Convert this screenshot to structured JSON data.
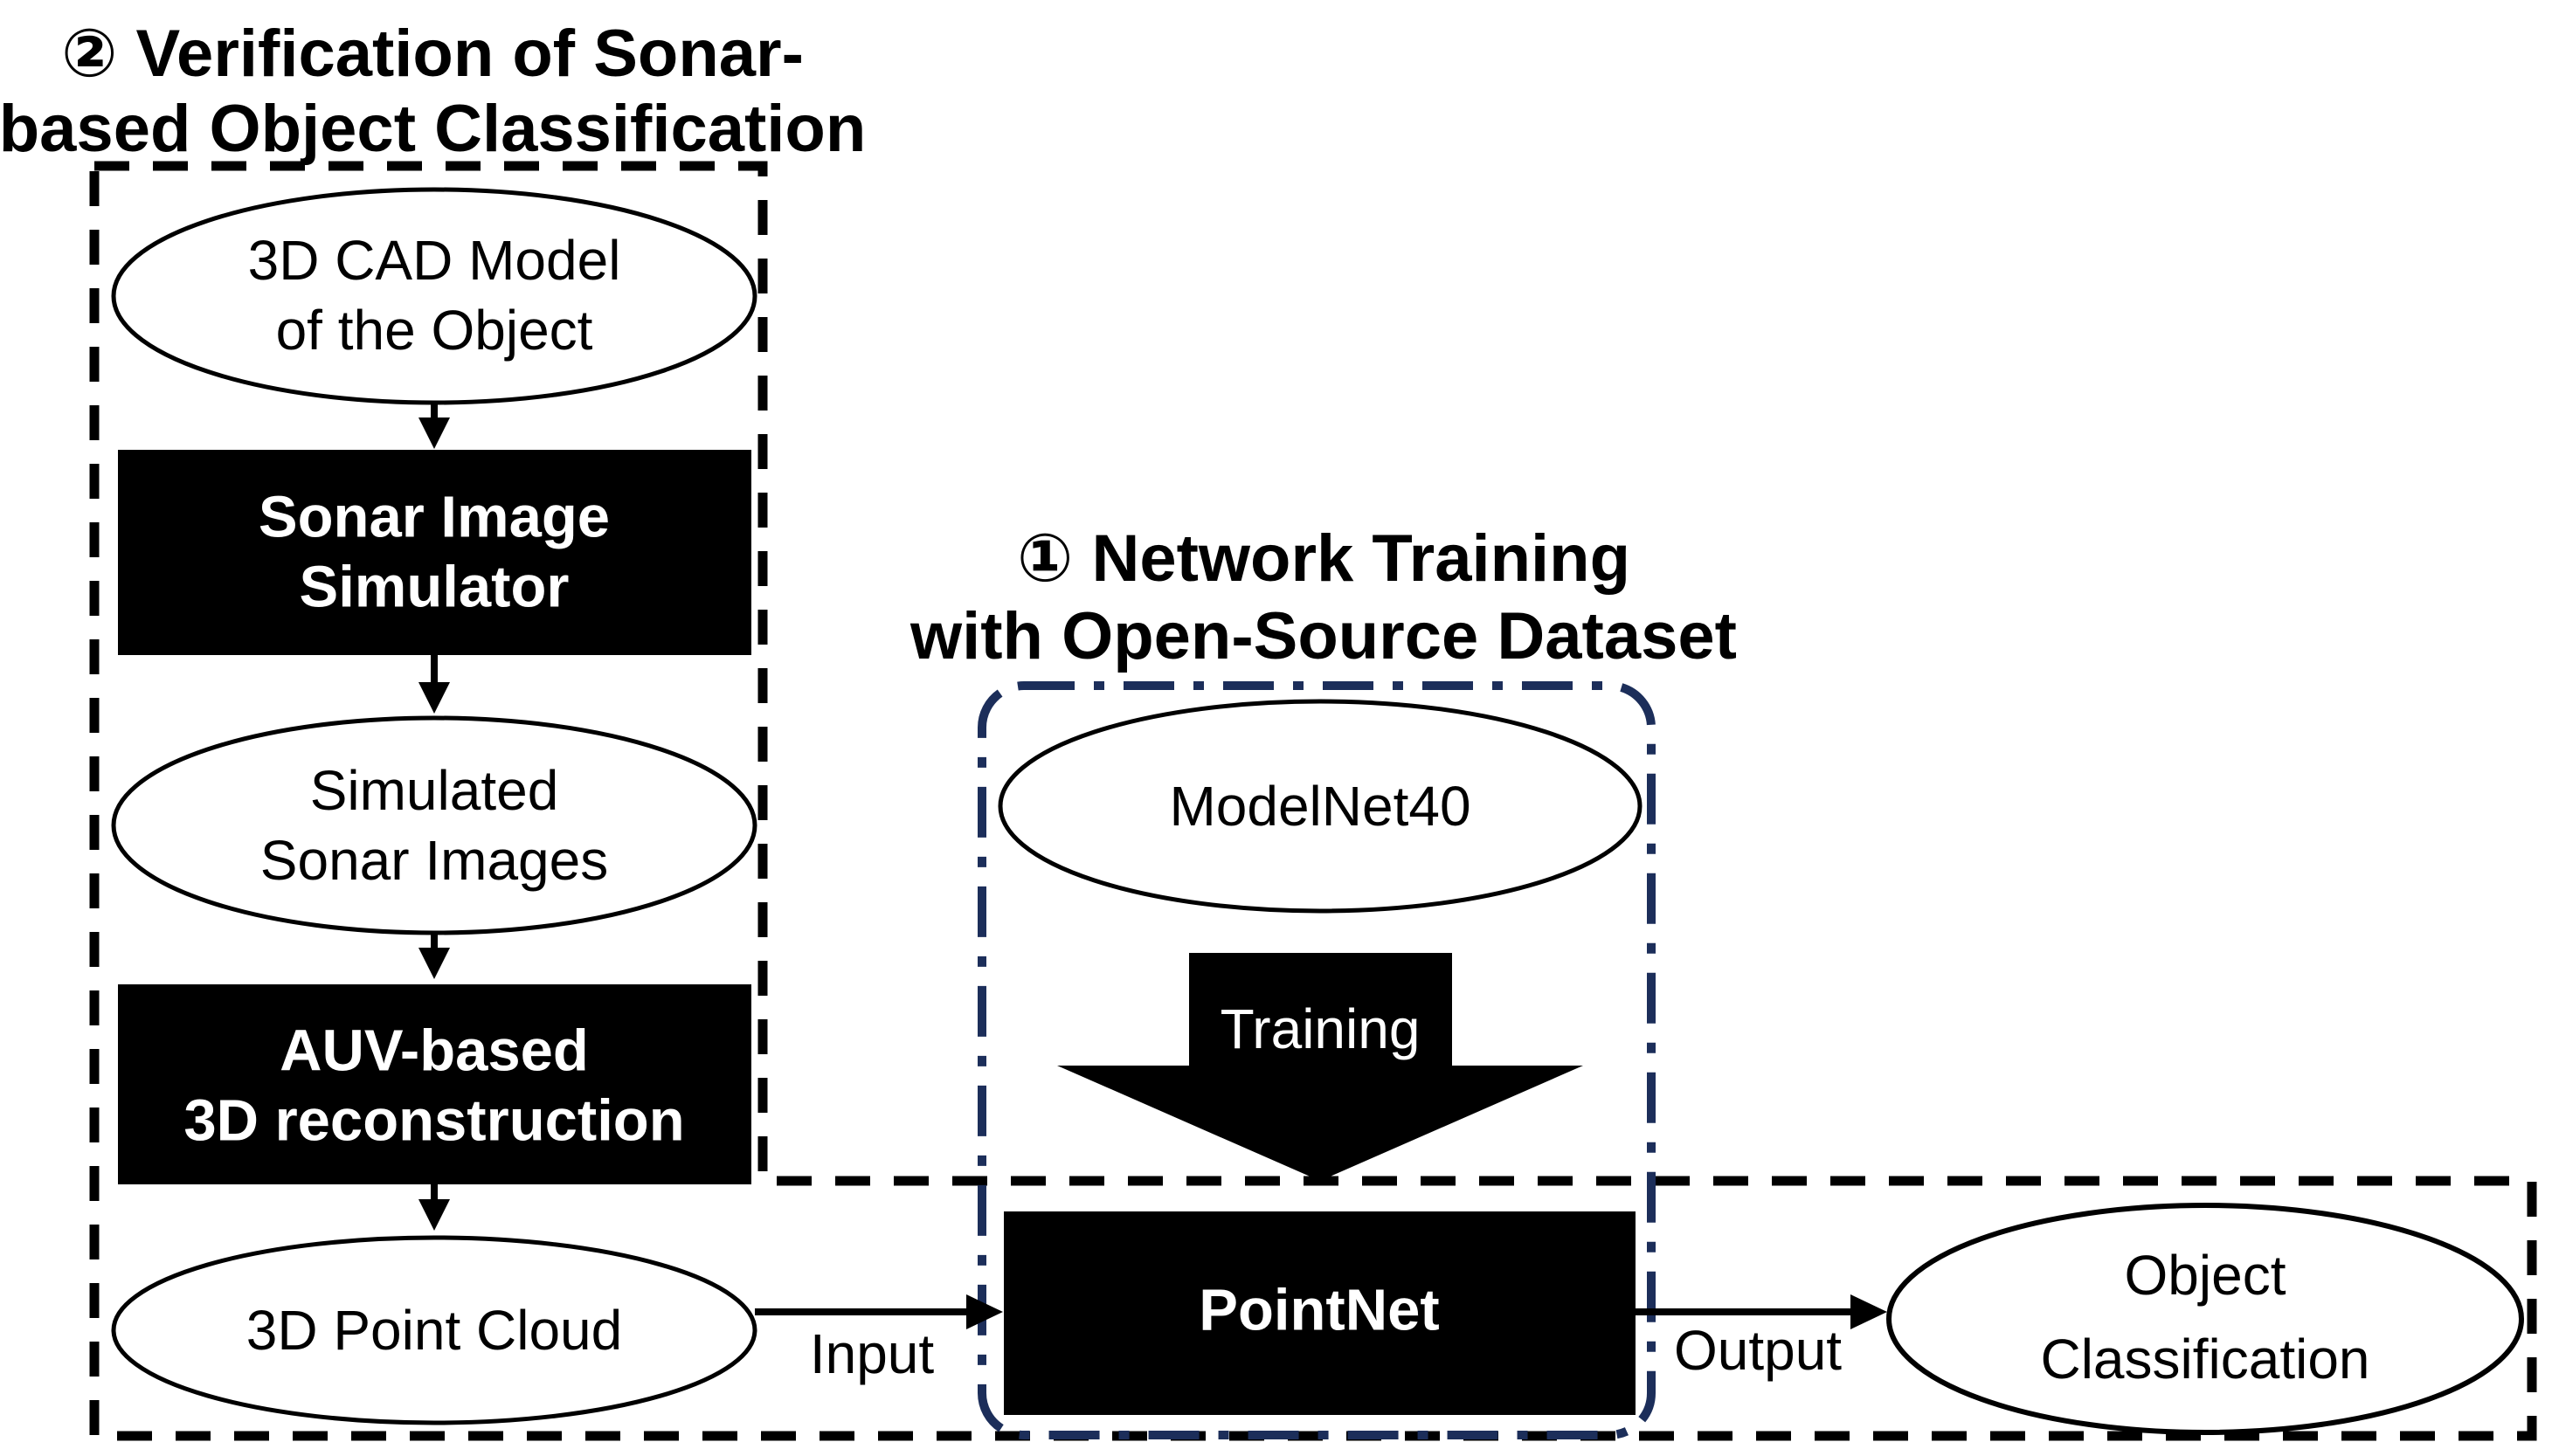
{
  "figure": {
    "left_title": {
      "line1": "② Verification of Sonar-",
      "line2": "based Object Classification"
    },
    "right_title": {
      "line1": "① Network Training",
      "line2": "with Open-Source Dataset"
    },
    "nodes": {
      "cad_model": {
        "line1": "3D CAD Model",
        "line2": "of the Object"
      },
      "sonar_simulator": {
        "line1": "Sonar Image",
        "line2": "Simulator"
      },
      "simulated_images": {
        "line1": "Simulated",
        "line2": "Sonar Images"
      },
      "auv_reconstruction": {
        "line1": "AUV-based",
        "line2": "3D reconstruction"
      },
      "point_cloud": {
        "label": "3D Point Cloud"
      },
      "modelnet40": {
        "label": "ModelNet40"
      },
      "pointnet": {
        "label": "PointNet"
      },
      "object_classification": {
        "line1": "Object",
        "line2": "Classification"
      }
    },
    "edge_labels": {
      "training": "Training",
      "input": "Input",
      "output": "Output"
    },
    "colors": {
      "background": "#ffffff",
      "diagram_outline": "#000000",
      "training_region_border": "#1c2e5a",
      "node_fill": "#000000",
      "node_text_color": "#ffffff"
    }
  }
}
